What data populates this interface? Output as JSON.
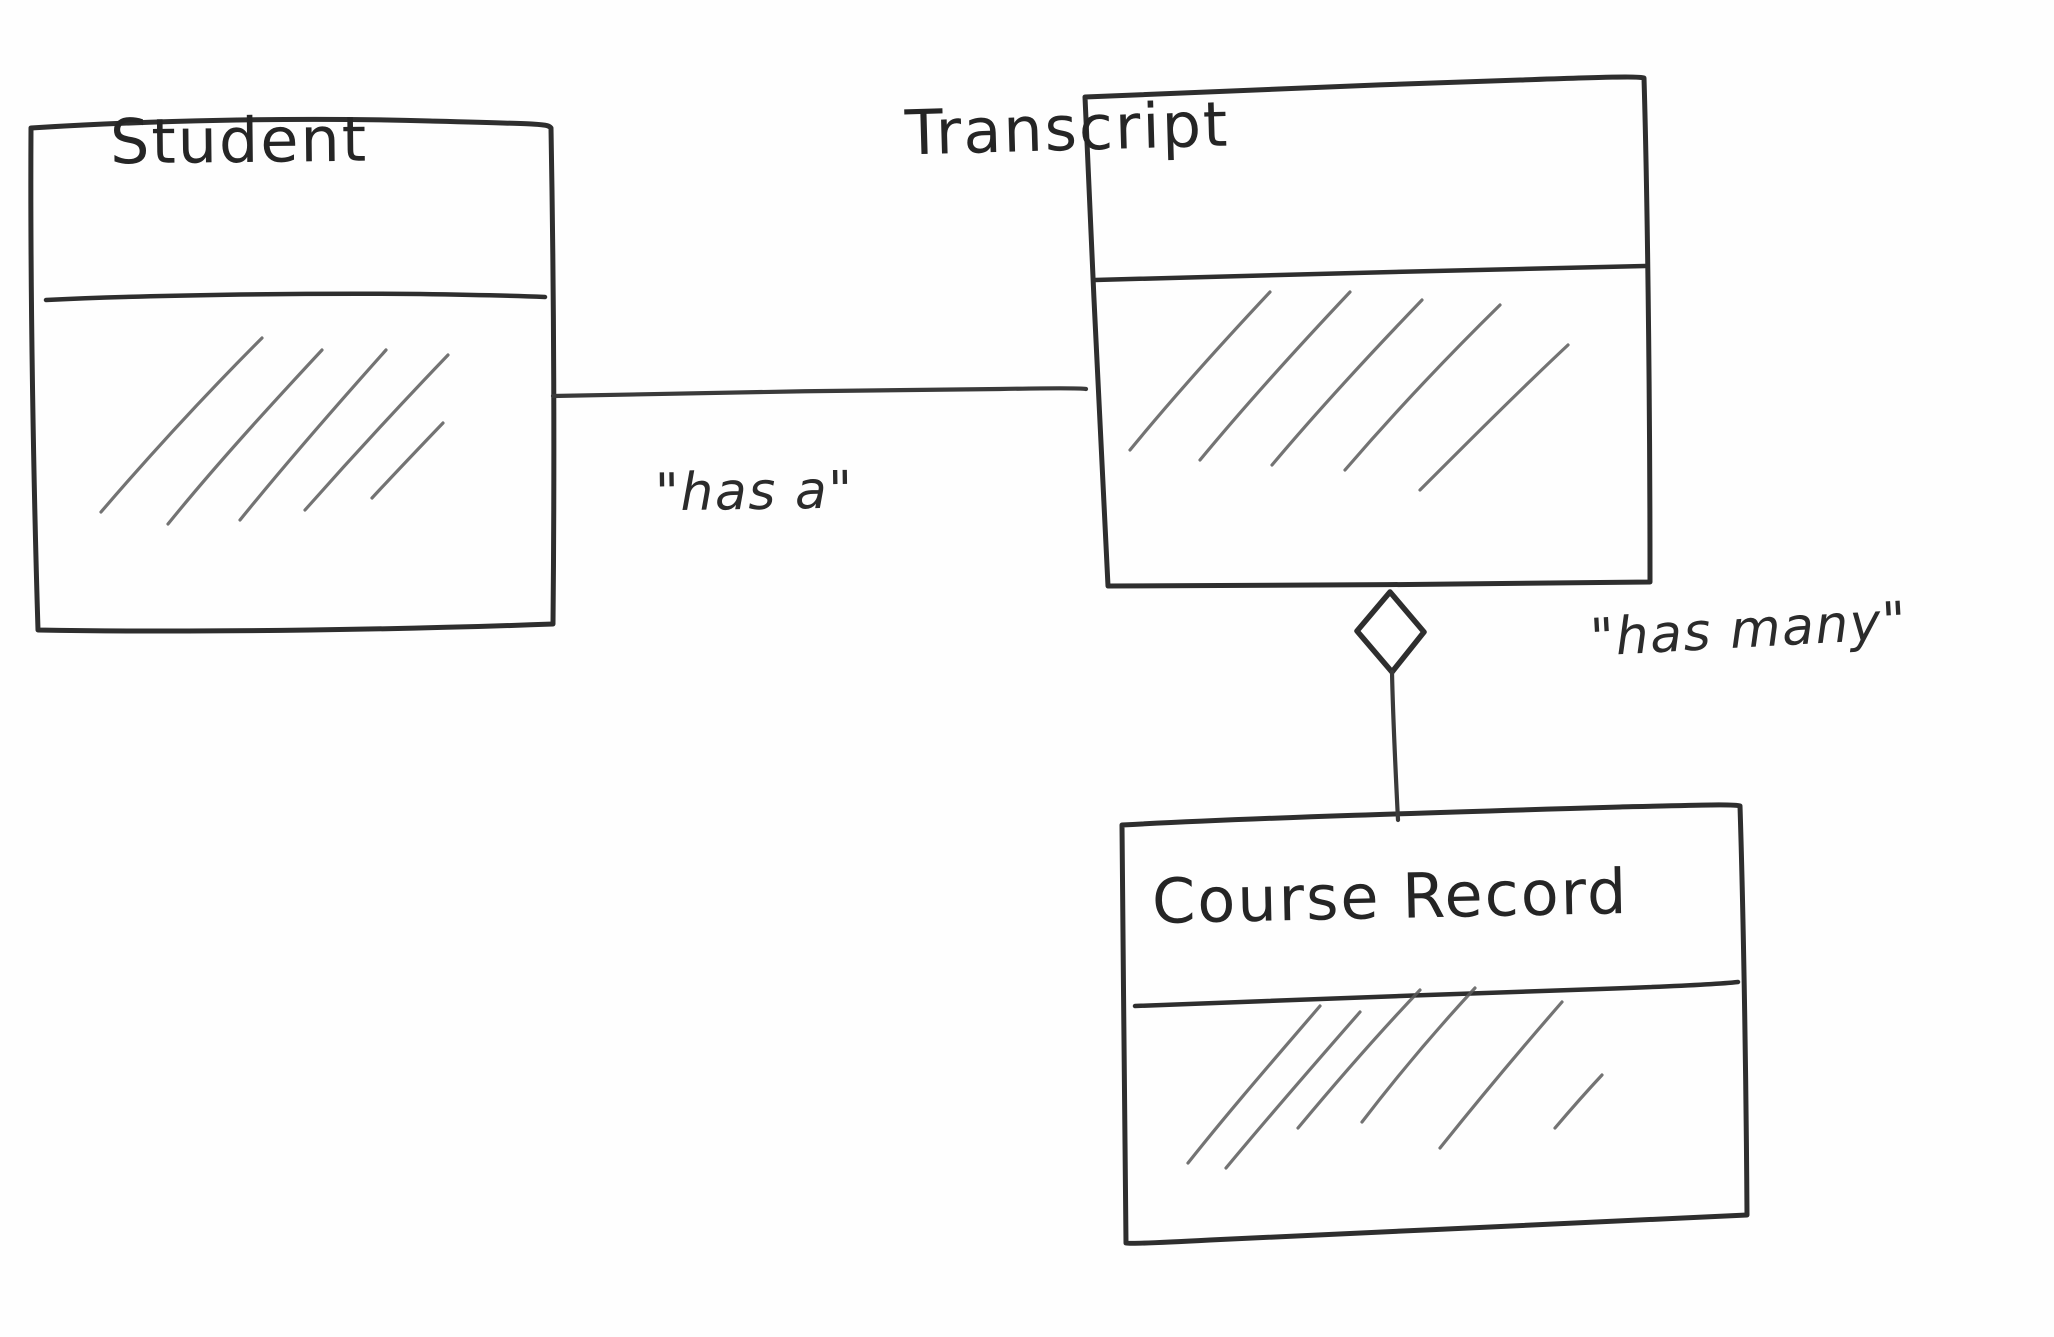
{
  "diagram": {
    "title": "UML class / object relationship sketch",
    "style": "hand-drawn pencil sketch on white paper",
    "ink_color": "#2e2e2e",
    "hatch_color": "#5b5b5b",
    "background_color": "#ffffff"
  },
  "entities": [
    {
      "id": "student",
      "name": "Student",
      "compartments": [
        "name",
        "attributes"
      ],
      "attributes_rendered_as": "diagonal hatch scribbles",
      "hatch_stroke_count": 5
    },
    {
      "id": "transcript",
      "name": "Transcript",
      "compartments": [
        "name",
        "attributes"
      ],
      "attributes_rendered_as": "diagonal hatch scribbles",
      "hatch_stroke_count": 5
    },
    {
      "id": "course_record",
      "name": "Course Record",
      "compartments": [
        "name",
        "attributes"
      ],
      "attributes_rendered_as": "diagonal hatch scribbles",
      "hatch_stroke_count": 6
    }
  ],
  "relationships": [
    {
      "id": "student-transcript",
      "label": "\"has a\"",
      "from": "student",
      "to": "transcript",
      "orientation": "horizontal",
      "marker": "none"
    },
    {
      "id": "transcript-course-record",
      "label": "\"has many\"",
      "from": "transcript",
      "to": "course_record",
      "orientation": "vertical",
      "marker": "hollow-diamond-aggregation",
      "marker_at": "transcript"
    }
  ],
  "labels": {
    "student": "Student",
    "transcript": "Transcript",
    "course_record": "Course Record",
    "has_a": "\"has a\"",
    "has_many": "\"has many\""
  }
}
